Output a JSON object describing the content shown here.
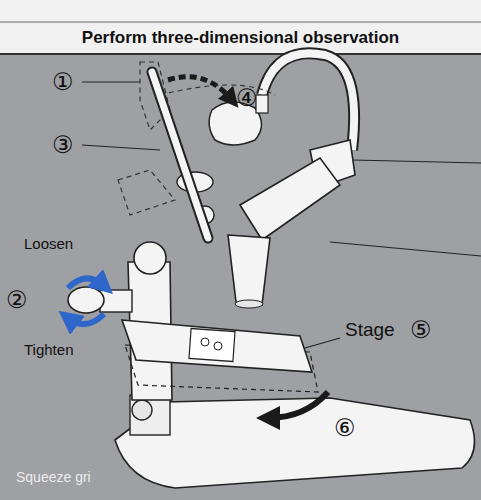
{
  "diagram": {
    "title": "Perform three-dimensional observation",
    "labels": [
      "①",
      "④",
      "③",
      "Loosen",
      "②",
      "Tighten",
      "Stage",
      "⑤",
      "⑥",
      "Squeeze gri"
    ]
  }
}
